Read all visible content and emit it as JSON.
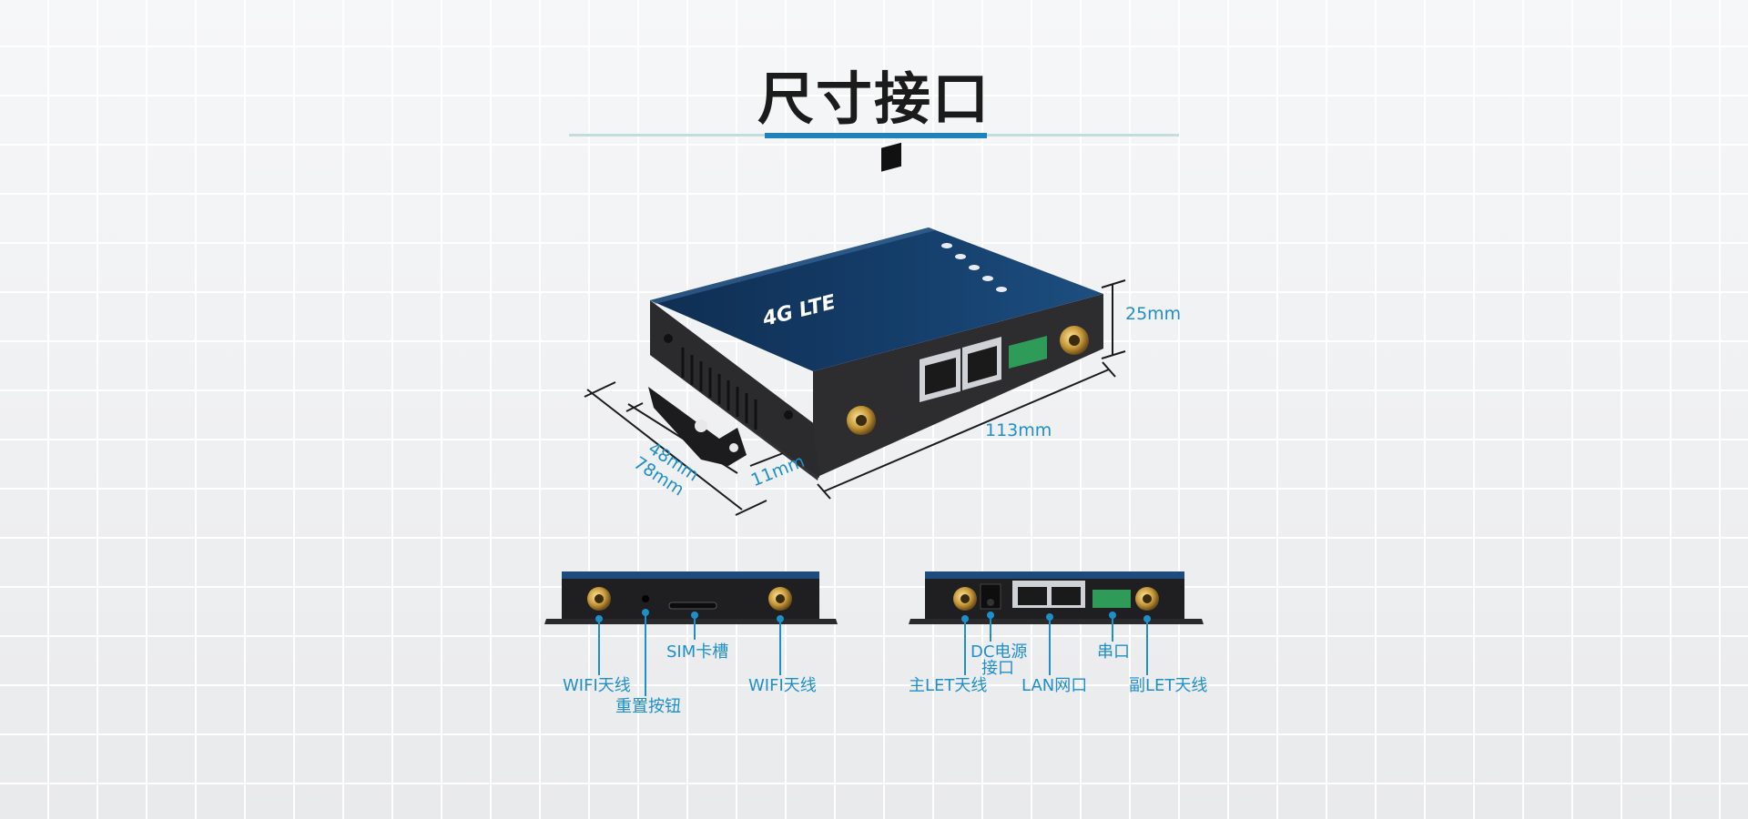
{
  "title": "尺寸接口",
  "product": {
    "logo_text": "4G LTE"
  },
  "dimensions": {
    "height": "25mm",
    "length": "113mm",
    "depth_body": "48mm",
    "depth_total": "78mm",
    "flange": "11mm"
  },
  "side_panel_labels": {
    "wifi_left": "WIFI天线",
    "reset": "重置按钮",
    "sim": "SIM卡槽",
    "wifi_right": "WIFI天线"
  },
  "front_panel_labels": {
    "main_lte": "主LET天线",
    "dc_line1": "DC电源",
    "dc_line2": "接口",
    "lan": "LAN网口",
    "serial": "串口",
    "sub_lte": "副LET天线"
  },
  "colors": {
    "accent": "#1d83ba",
    "label": "#1f8fc9",
    "device_top": "#163a63",
    "device_body": "#2c2c2e"
  }
}
